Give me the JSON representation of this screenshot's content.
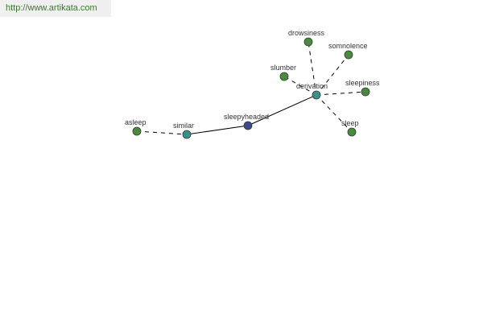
{
  "header": {
    "url_text": "http://www.artikata.com"
  },
  "colors": {
    "leaf_node": "#4a8a3c",
    "hub_node": "#3c8f8f",
    "center_node": "#3c4a8a",
    "node_stroke": "#2f3f2f",
    "edge": "#000000"
  },
  "graph": {
    "nodes": [
      {
        "id": "asleep",
        "label": "asleep",
        "kind": "leaf"
      },
      {
        "id": "similar",
        "label": "similar",
        "kind": "hub"
      },
      {
        "id": "sleepyheaded",
        "label": "sleepyheaded",
        "kind": "center"
      },
      {
        "id": "derivation",
        "label": "derivation",
        "kind": "hub"
      },
      {
        "id": "drowsiness",
        "label": "drowsiness",
        "kind": "leaf"
      },
      {
        "id": "somnolence",
        "label": "somnolence",
        "kind": "leaf"
      },
      {
        "id": "slumber",
        "label": "slumber",
        "kind": "leaf"
      },
      {
        "id": "sleepiness",
        "label": "sleepiness",
        "kind": "leaf"
      },
      {
        "id": "sleep",
        "label": "sleep",
        "kind": "leaf"
      }
    ],
    "edges": [
      {
        "from": "asleep",
        "to": "similar",
        "style": "dashed"
      },
      {
        "from": "similar",
        "to": "sleepyheaded",
        "style": "solid"
      },
      {
        "from": "sleepyheaded",
        "to": "derivation",
        "style": "solid"
      },
      {
        "from": "derivation",
        "to": "drowsiness",
        "style": "dashed"
      },
      {
        "from": "derivation",
        "to": "somnolence",
        "style": "dashed"
      },
      {
        "from": "derivation",
        "to": "slumber",
        "style": "dashed"
      },
      {
        "from": "derivation",
        "to": "sleepiness",
        "style": "dashed"
      },
      {
        "from": "derivation",
        "to": "sleep",
        "style": "dashed"
      }
    ]
  }
}
